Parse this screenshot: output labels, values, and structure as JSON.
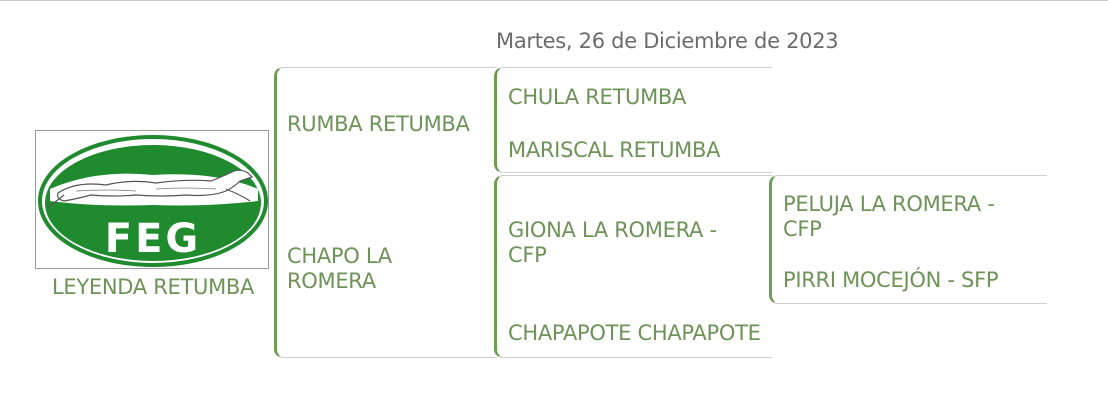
{
  "date": "Martes, 26 de Diciembre de 2023",
  "logo": {
    "text": "FEG",
    "icon": "greyhound-logo",
    "colors": {
      "green": "#1f8a2e",
      "white": "#ffffff"
    }
  },
  "subject": {
    "name": "LEYENDA RETUMBA"
  },
  "parents": {
    "sire": "RUMBA RETUMBA",
    "dam": "CHAPO LA ROMERA"
  },
  "grandparents": {
    "sire_sire": "CHULA RETUMBA",
    "sire_dam": "MARISCAL RETUMBA",
    "dam_sire": "GIONA LA ROMERA - CFP",
    "dam_dam": "CHAPAPOTE CHAPAPOTE"
  },
  "great_grandparents": {
    "dam_sire_sire": "PELUJA LA ROMERA - CFP",
    "dam_sire_dam": "PIRRI MOCEJÓN - SFP"
  },
  "colors": {
    "accent": "#6e9c55",
    "text_green": "#6e9257",
    "date_gray": "#6b6b6b"
  }
}
